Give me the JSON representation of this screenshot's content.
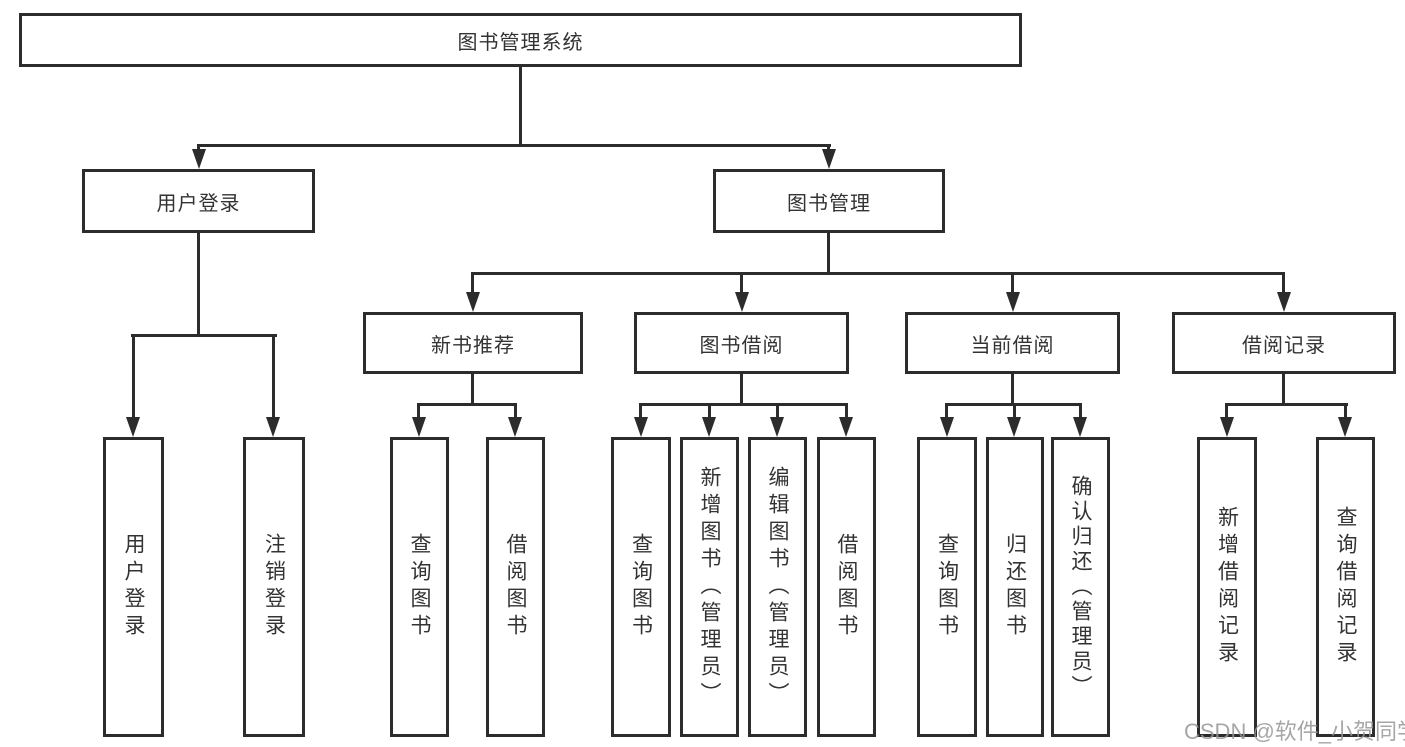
{
  "tree": {
    "root": {
      "label": "图书管理系统",
      "children": [
        {
          "label": "用户登录",
          "children": [
            {
              "label": "用户登录"
            },
            {
              "label": "注销登录"
            }
          ]
        },
        {
          "label": "图书管理",
          "children": [
            {
              "label": "新书推荐",
              "children": [
                {
                  "label": "查询图书"
                },
                {
                  "label": "借阅图书"
                }
              ]
            },
            {
              "label": "图书借阅",
              "children": [
                {
                  "label": "查询图书"
                },
                {
                  "label": "新增图书（管理员）"
                },
                {
                  "label": "编辑图书（管理员）"
                },
                {
                  "label": "借阅图书"
                }
              ]
            },
            {
              "label": "当前借阅",
              "children": [
                {
                  "label": "查询图书"
                },
                {
                  "label": "归还图书"
                },
                {
                  "label": "确认归还（管理员）"
                }
              ]
            },
            {
              "label": "借阅记录",
              "children": [
                {
                  "label": "新增借阅记录"
                },
                {
                  "label": "查询借阅记录"
                }
              ]
            }
          ]
        }
      ]
    }
  },
  "watermark": "CSDN @软件_小贺同学",
  "colors": {
    "line": "#2c2c2c",
    "text": "#333333",
    "watermark": "#969696",
    "background": "#ffffff"
  }
}
